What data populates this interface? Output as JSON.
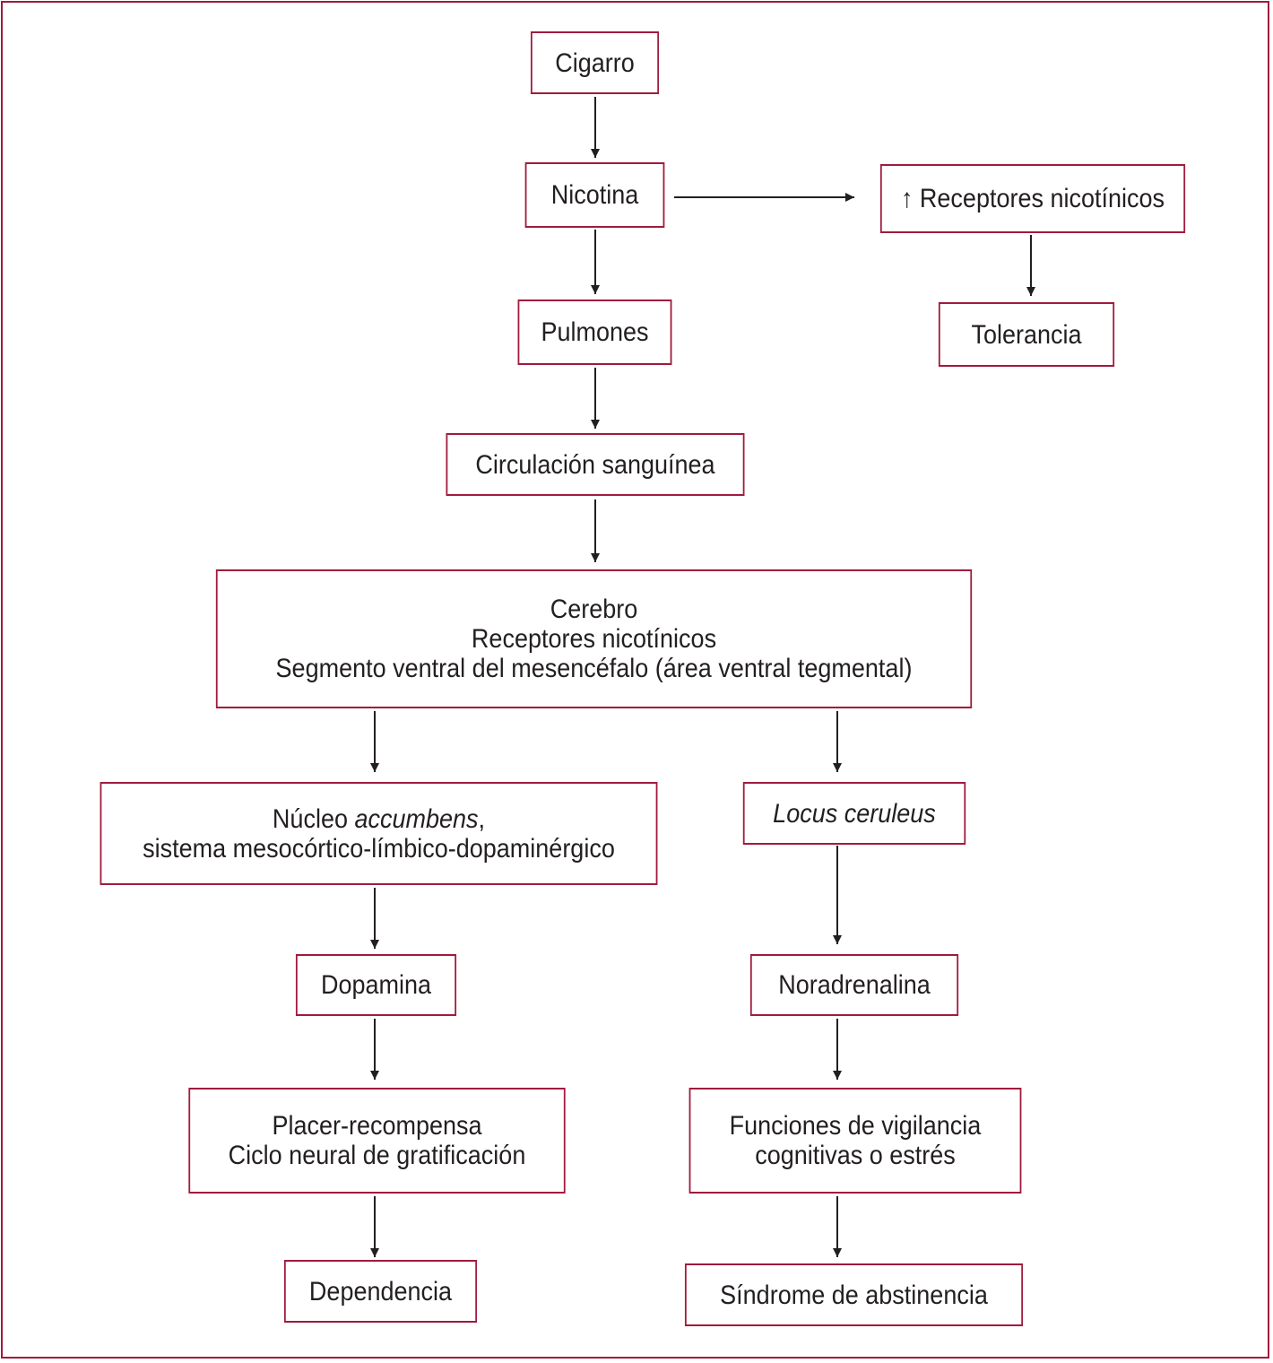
{
  "colors": {
    "border": "#a01b3c",
    "text": "#231f20",
    "arrow": "#231f20"
  },
  "nodes": {
    "cigarro": "Cigarro",
    "nicotina": "Nicotina",
    "receptores_up": {
      "icon": "up-arrow-icon",
      "text": "↑ Receptores nicotínicos"
    },
    "tolerancia": "Tolerancia",
    "pulmones": "Pulmones",
    "circulacion": "Circulación sanguínea",
    "cerebro": {
      "line1": "Cerebro",
      "line2": "Receptores nicotínicos",
      "line3": "Segmento ventral del mesencéfalo (área ventral tegmental)"
    },
    "nucleo": {
      "line1_prefix": "Núcleo ",
      "line1_italic": "accumbens",
      "line1_suffix": ",",
      "line2": "sistema mesocórtico-límbico-dopaminérgico"
    },
    "locus": "Locus ceruleus",
    "dopamina": "Dopamina",
    "noradrenalina": "Noradrenalina",
    "placer": {
      "line1": "Placer-recompensa",
      "line2": "Ciclo neural de gratificación"
    },
    "funciones": {
      "line1": "Funciones de vigilancia",
      "line2": "cognitivas o estrés"
    },
    "dependencia": "Dependencia",
    "sindrome": "Síndrome de abstinencia"
  }
}
